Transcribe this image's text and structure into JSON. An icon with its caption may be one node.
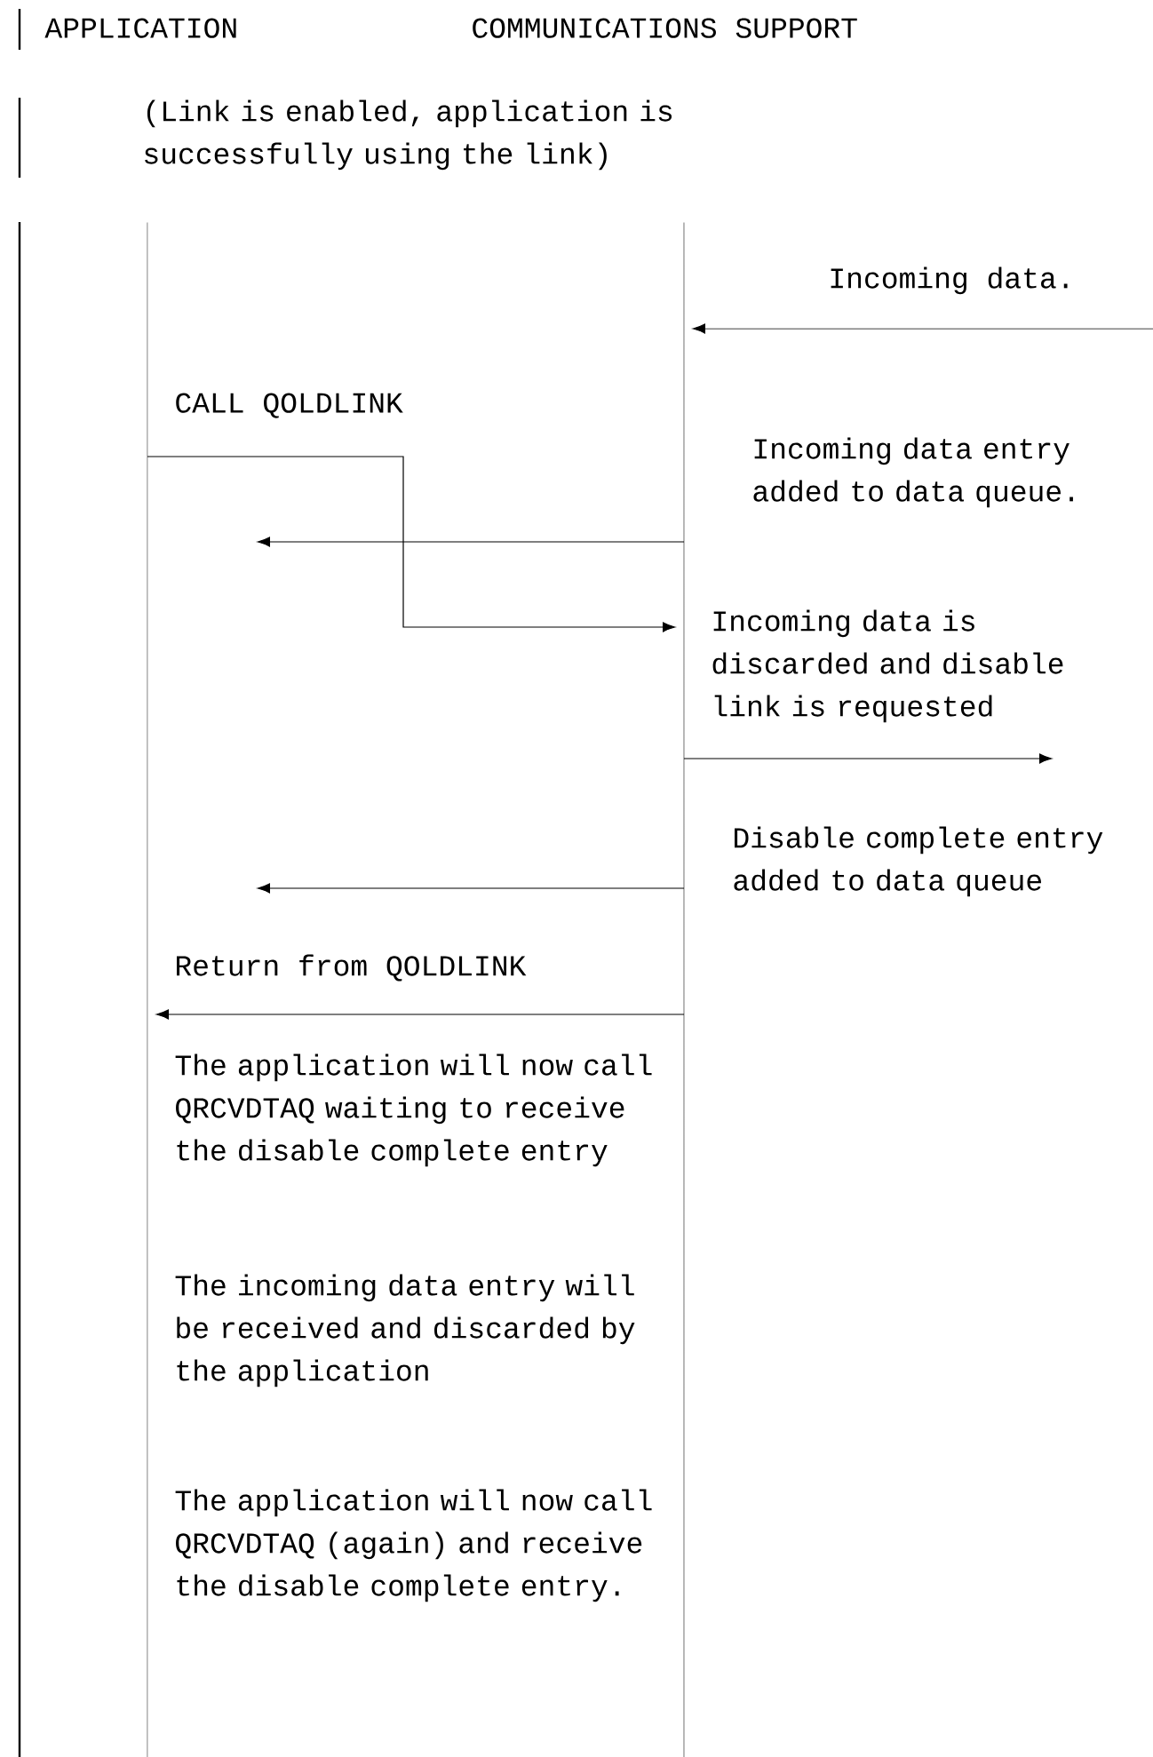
{
  "diagram": {
    "nodes": [
      {
        "text": [],
        "shape": "line"
      },
      {
        "text": [],
        "shape": "line"
      }
    ],
    "edges": [
      {
        "from": null,
        "to": 1,
        "arrow": "to",
        "label": "Incoming data."
      },
      {
        "from": 0,
        "to": 1,
        "arrow": "to",
        "label": "CALL QOLDLINK"
      },
      {
        "from": 1,
        "to": null,
        "arrow": "to",
        "label": "Incoming data entry added to data queue."
      },
      {
        "from": 1,
        "to": null,
        "arrow": "to",
        "label": "Incoming data is discarded and disable link is requested"
      },
      {
        "from": 1,
        "to": null,
        "arrow": "to",
        "label": "Disable complete entry added to data queue"
      },
      {
        "from": 1,
        "to": 0,
        "arrow": "to",
        "label": "Return from QOLDLINK"
      }
    ],
    "labels": [
      "APPLICATION",
      "COMMUNICATIONS SUPPORT",
      "(Link is enabled, application is successfully using the link)",
      "The application will now call QRCVDTAQ waiting to receive the disable complete entry",
      "The incoming data entry will be received and discarded by the application",
      "The application will now call QRCVDTAQ (again) and receive the disable complete entry."
    ]
  }
}
